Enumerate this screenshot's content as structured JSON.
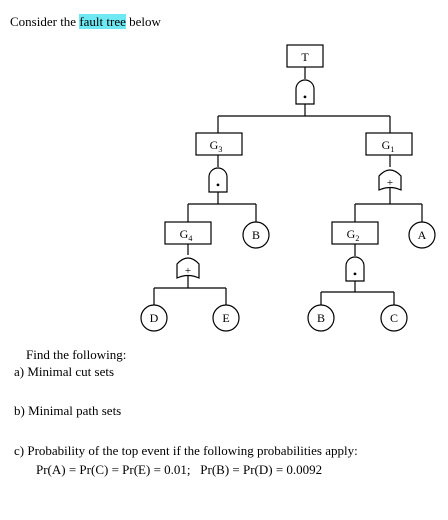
{
  "header": {
    "prefix": "Consider the ",
    "highlight": "fault tree",
    "suffix": " below"
  },
  "tree": {
    "top": "T",
    "g3": {
      "letter": "G",
      "sub": "3"
    },
    "g1": {
      "letter": "G",
      "sub": "1"
    },
    "g4": {
      "letter": "G",
      "sub": "4"
    },
    "g2": {
      "letter": "G",
      "sub": "2"
    },
    "events": {
      "b_upper": "B",
      "a": "A",
      "d": "D",
      "e": "E",
      "b_lower": "B",
      "c": "C"
    },
    "gate_symbols": {
      "and": "•",
      "or": "+"
    }
  },
  "questions": {
    "intro": "Find the following:",
    "a": "a) Minimal cut sets",
    "b": "b) Minimal path sets",
    "c": "c) Probability of the top event if the following probabilities apply:",
    "probs": "Pr(A) = Pr(C) = Pr(E) = 0.01;   Pr(B) = Pr(D) = 0.0092"
  }
}
